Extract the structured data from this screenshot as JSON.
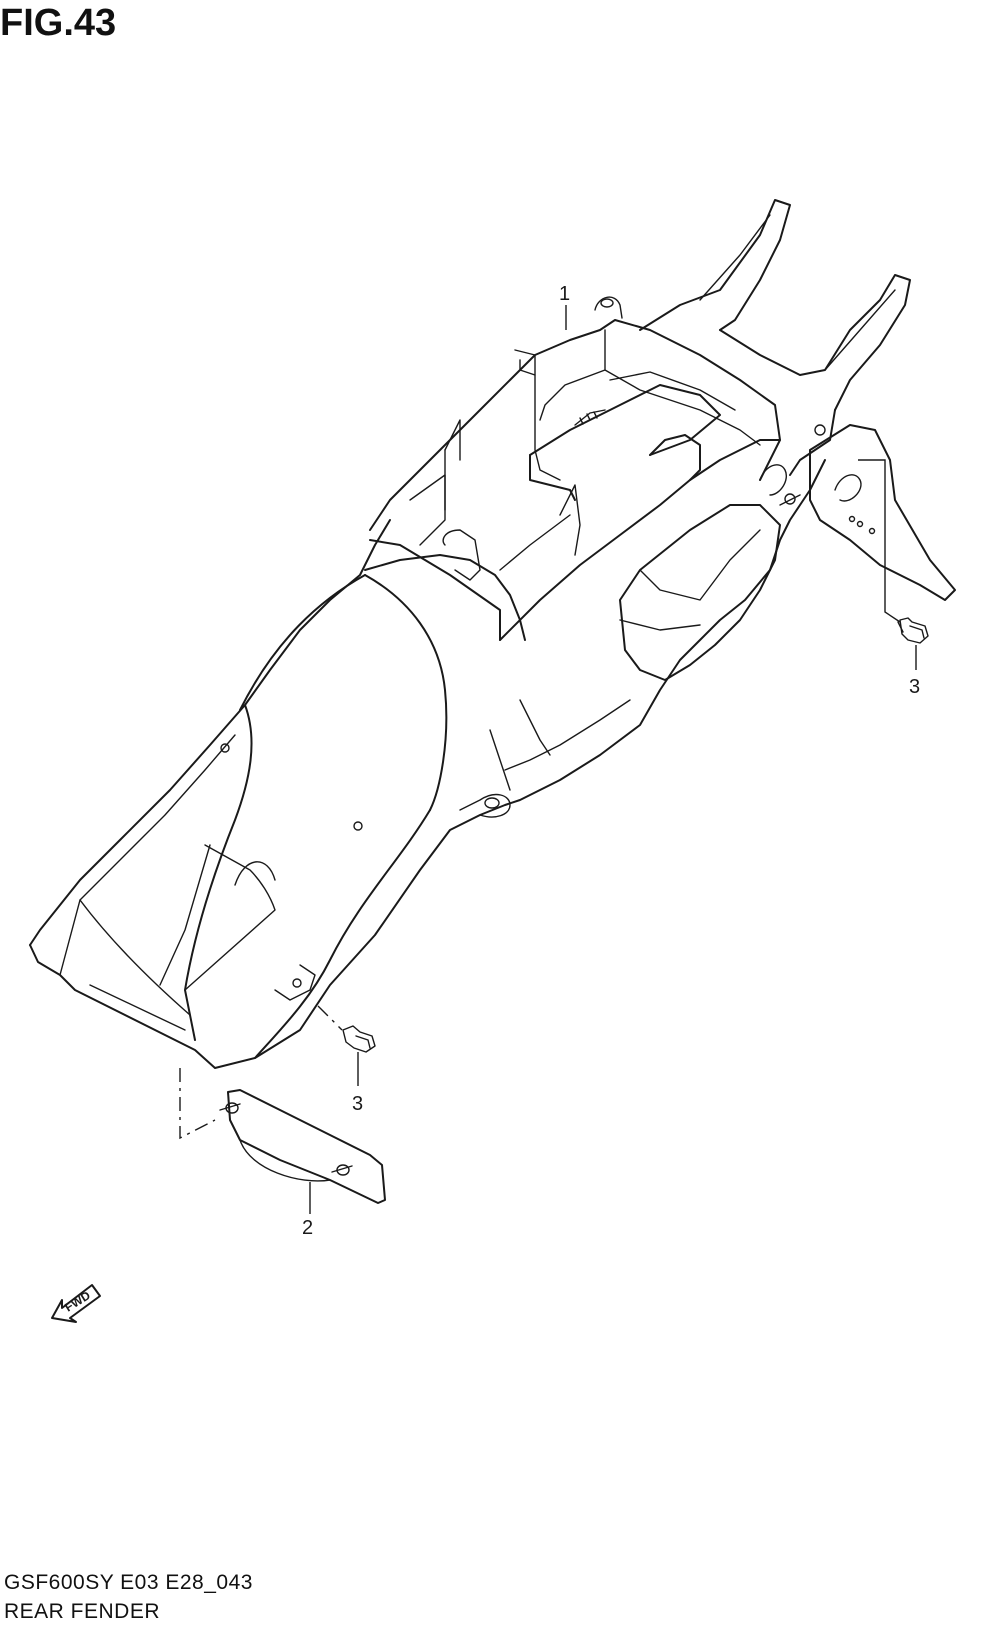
{
  "figure": {
    "title": "FIG.43"
  },
  "callouts": [
    {
      "id": "1",
      "label": "1"
    },
    {
      "id": "2",
      "label": "2"
    },
    {
      "id": "3a",
      "label": "3"
    },
    {
      "id": "3b",
      "label": "3"
    }
  ],
  "direction_marker": {
    "text": "FWD",
    "icon": "forward-arrow-icon"
  },
  "footer": {
    "model_code": "GSF600SY E03 E28_043",
    "section_name": "REAR FENDER"
  }
}
